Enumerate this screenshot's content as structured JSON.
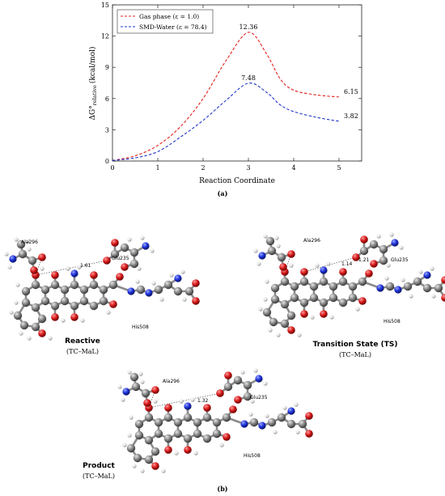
{
  "chart_data": {
    "type": "line",
    "xlabel": "Reaction Coordinate",
    "ylabel_main": "ΔG°",
    "ylabel_sub": "relative",
    "ylabel_unit": "(kcal/mol)",
    "xlim": [
      0,
      5.5
    ],
    "ylim": [
      0,
      15
    ],
    "xticks": [
      0,
      1,
      2,
      3,
      4,
      5
    ],
    "yticks": [
      0,
      3,
      6,
      9,
      12,
      15
    ],
    "series": [
      {
        "name": "Gas phase (ε = 1.0)",
        "color": "#e3211c",
        "points": [
          [
            0,
            0.05
          ],
          [
            0.5,
            0.5
          ],
          [
            1,
            1.5
          ],
          [
            1.5,
            3.3
          ],
          [
            2,
            6.0
          ],
          [
            2.5,
            9.6
          ],
          [
            3,
            12.36
          ],
          [
            3.4,
            10.3
          ],
          [
            3.7,
            7.9
          ],
          [
            4,
            6.8
          ],
          [
            4.5,
            6.35
          ],
          [
            5,
            6.15
          ]
        ],
        "labels": [
          {
            "x": 3,
            "y": 12.36,
            "text": "12.36"
          },
          {
            "x": 5,
            "y": 6.15,
            "text": "6.15"
          }
        ]
      },
      {
        "name": "SMD-Water (ε = 78.4)",
        "color": "#1f35c8",
        "points": [
          [
            0,
            0.05
          ],
          [
            0.5,
            0.3
          ],
          [
            1,
            0.9
          ],
          [
            1.5,
            2.3
          ],
          [
            2,
            3.9
          ],
          [
            2.5,
            5.8
          ],
          [
            3,
            7.48
          ],
          [
            3.4,
            6.6
          ],
          [
            3.7,
            5.4
          ],
          [
            4,
            4.75
          ],
          [
            4.5,
            4.2
          ],
          [
            5,
            3.82
          ]
        ],
        "labels": [
          {
            "x": 3,
            "y": 7.48,
            "text": "7.48"
          },
          {
            "x": 5,
            "y": 3.82,
            "text": "3.82"
          }
        ]
      }
    ],
    "legend_position": "top-left"
  },
  "caption_a": "(a)",
  "caption_b": "(b)",
  "structures": {
    "reactive": {
      "title": "Reactive",
      "subtitle": "(TC–MaL)",
      "residues": [
        "Ala296",
        "Glu235",
        "His508"
      ],
      "distance": "1.61"
    },
    "transition": {
      "title": "Transition State (TS)",
      "subtitle": "(TC–MaL)",
      "residues": [
        "Ala296",
        "Glu235",
        "His508"
      ],
      "distances": [
        "1.14",
        "1.21"
      ]
    },
    "product": {
      "title": "Product",
      "subtitle": "(TC–MaL)",
      "residues": [
        "Ala296",
        "Glu235",
        "His508"
      ],
      "distance": "1.32"
    }
  },
  "colors": {
    "carbon": "#6e6e6e",
    "oxygen": "#d21818",
    "nitrogen": "#1c2fd6",
    "hydrogen": "#e8e8e8"
  }
}
